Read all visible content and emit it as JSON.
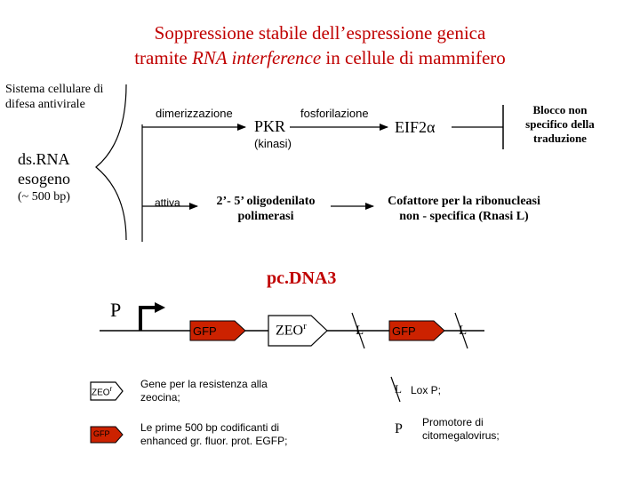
{
  "title": {
    "line1": "Soppressione stabile dell’espressione genica",
    "line2_prefix": "tramite ",
    "line2_italic": "RNA interference",
    "line2_suffix": "  in cellule di mammifero"
  },
  "pathway": {
    "defense_system": [
      "Sistema cellulare di",
      "difesa antivirale"
    ],
    "dsrna": [
      "ds.RNA",
      "esogeno"
    ],
    "dsrna_size": "(~ 500 bp)",
    "dimerization": "dimerizzazione",
    "pkr": "PKR",
    "kinase": "(kinasi)",
    "phosphorylation": "fosforilazione",
    "eif2_prefix": "EIF2",
    "eif2_alpha": "α",
    "block": [
      "Blocco non",
      "specifico della",
      "traduzione"
    ],
    "activates": "attiva",
    "oligo": [
      "2’- 5’ oligodenilato",
      "polimerasi"
    ],
    "cofactor": [
      "Cofattore per la ribonucleasi",
      "non - specifica (Rnasi L)"
    ]
  },
  "construct": {
    "plasmid": "pc.DNA3",
    "promoter": "P",
    "gfp1": "GFP",
    "zeo": "ZEO",
    "zeo_sup": "r",
    "lox1": "L",
    "gfp2": "GFP",
    "lox2": "L"
  },
  "legend": {
    "zeo_symbol": "ZEO",
    "zeo_sup": "r",
    "zeo_desc": [
      "Gene per la resistenza alla",
      "zeocina;"
    ],
    "gfp_symbol": "GFP",
    "gfp_desc": [
      "Le prime 500 bp codificanti di",
      "enhanced gr. fluor. prot. EGFP;"
    ],
    "lox_symbol": "L",
    "lox_desc": "Lox P;",
    "p_symbol": "P",
    "p_desc": [
      "Promotore di",
      "citomegalovirus;"
    ]
  },
  "colors": {
    "title": "#c00000",
    "gfp_fill": "#cc2200",
    "zeo_fill": "#ffffff"
  }
}
